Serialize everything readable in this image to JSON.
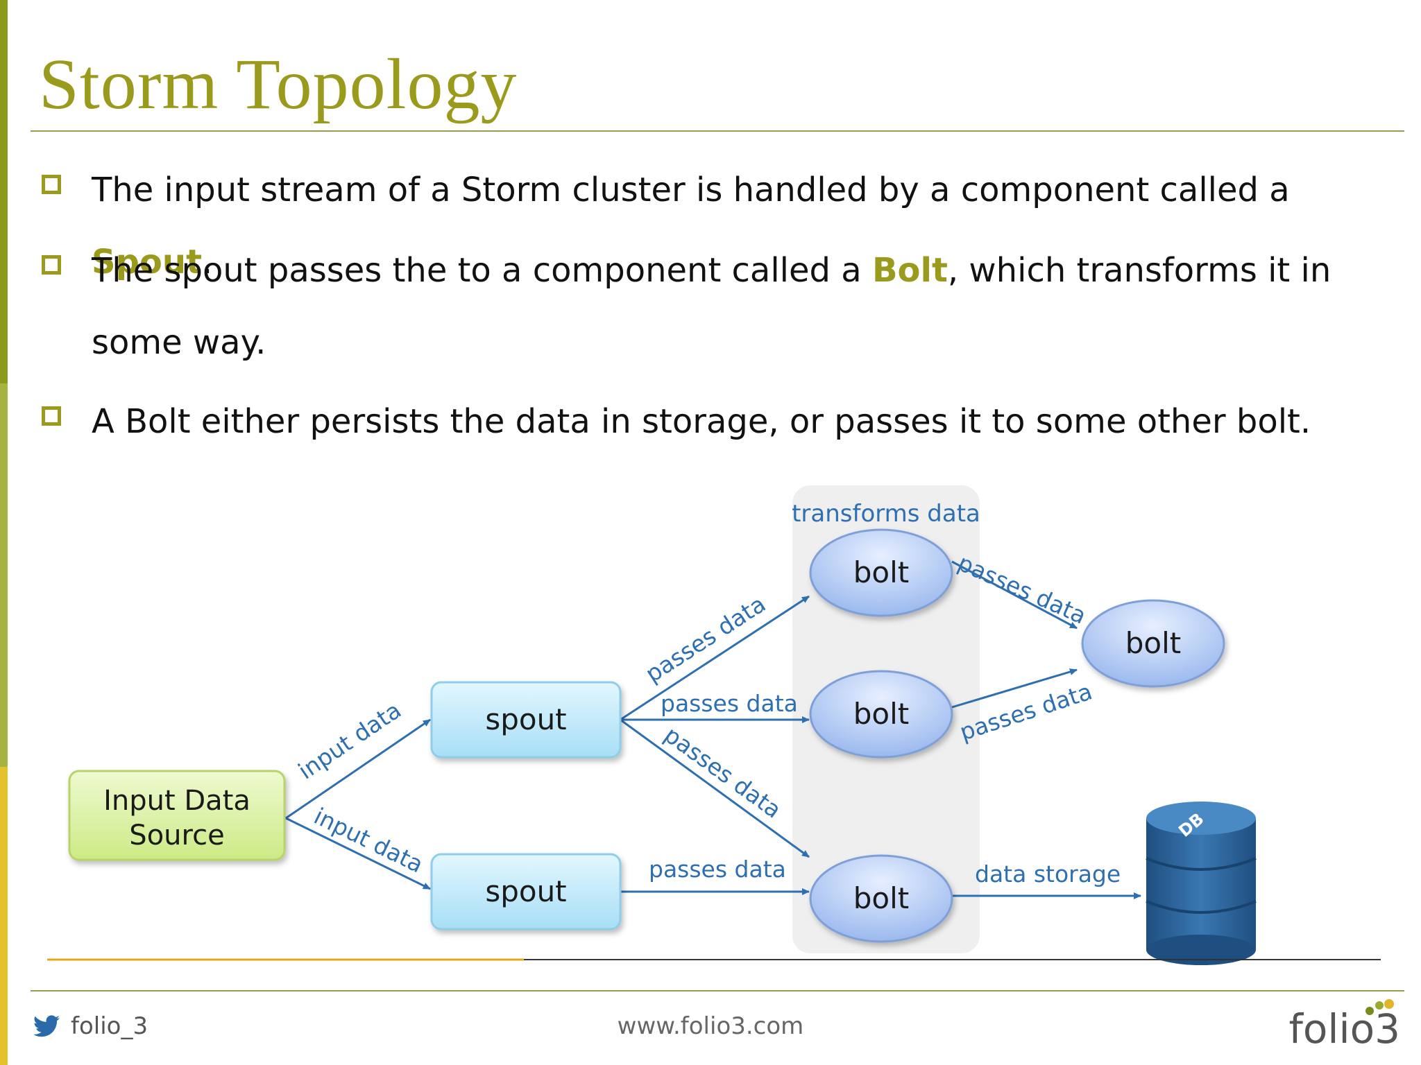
{
  "slide": {
    "title": "Storm Topology",
    "bullets": [
      {
        "before": "The input stream of a Storm cluster is handled by a component called a ",
        "highlight": "Spout",
        "after": "."
      },
      {
        "before": "The spout passes the to a component called a ",
        "highlight": "Bolt",
        "after": ", which transforms it in some way."
      },
      {
        "before": "A Bolt either persists the data in storage, or passes it to some other bolt.",
        "highlight": "",
        "after": ""
      }
    ]
  },
  "diagram": {
    "nodes": {
      "source_line1": "Input Data",
      "source_line2": "Source",
      "spout_top": "spout",
      "spout_bottom": "spout",
      "bolt_1": "bolt",
      "bolt_2": "bolt",
      "bolt_3": "bolt",
      "bolt_right": "bolt",
      "db": "DB"
    },
    "group_label": "transforms data",
    "edges": {
      "input_top": "input data",
      "input_bottom": "input data",
      "spout_to_bolt1": "passes data",
      "spout_to_bolt2": "passes data",
      "spout_to_bolt3": "passes data",
      "spout2_to_bolt3": "passes data",
      "bolt1_to_right": "passes data",
      "bolt2_to_right": "passes data",
      "bolt3_to_db": "data storage"
    },
    "colors": {
      "arrow": "#2d6fb0",
      "label": "#2d6fb0",
      "source_fill": "#dff3a6",
      "spout_fill": "#bfe9fb",
      "bolt_fill": "#a9c5f2",
      "db_fill": "#2b5f92"
    }
  },
  "footer": {
    "twitter_handle": "folio_3",
    "website": "www.folio3.com",
    "logo": "folio3"
  }
}
